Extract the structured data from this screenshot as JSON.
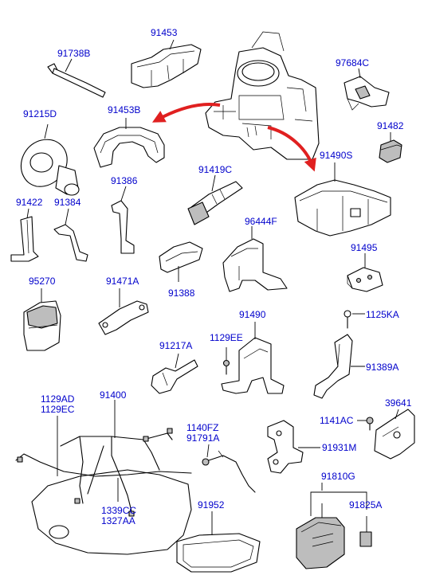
{
  "labels": {
    "p91453": "91453",
    "p91738B": "91738B",
    "p97684C": "97684C",
    "p91215D": "91215D",
    "p91453B": "91453B",
    "p91482": "91482",
    "p91490S": "91490S",
    "p91419C": "91419C",
    "p91386": "91386",
    "p91422": "91422",
    "p91384": "91384",
    "p96444F": "96444F",
    "p91495": "91495",
    "p91388": "91388",
    "p95270": "95270",
    "p91471A": "91471A",
    "p91490": "91490",
    "p1125KA": "1125KA",
    "p1129EE": "1129EE",
    "p91217A": "91217A",
    "p91389A": "91389A",
    "p1129AD": "1129AD",
    "p1129EC": "1129EC",
    "p91400": "91400",
    "p1140FZ": "1140FZ",
    "p91791A": "91791A",
    "p39641": "39641",
    "p1141AC": "1141AC",
    "p91931M": "91931M",
    "p1339CC": "1339CC",
    "p1327AA": "1327AA",
    "p91810G": "91810G",
    "p91952": "91952",
    "p91825A": "91825A"
  },
  "colors": {
    "label": "#0000cc",
    "arrow": "#e02020",
    "line": "#000000"
  }
}
